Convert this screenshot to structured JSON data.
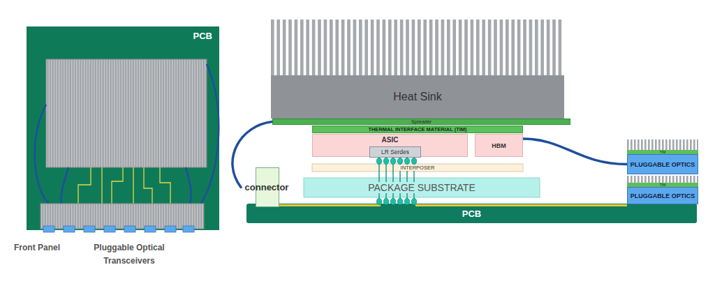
{
  "diagram": {
    "nodes": [
      {
        "text": [
          "PCB"
        ]
      },
      {
        "text": [
          "Heat Sink"
        ]
      },
      {
        "text": [
          "Spreader"
        ]
      },
      {
        "text": [
          "THERMAL INTERFACE MATERIAL (TIM)"
        ]
      },
      {
        "text": [
          "ASIC"
        ]
      },
      {
        "text": [
          "LR Serdes"
        ],
        "in": 4
      },
      {
        "text": [
          "HBM"
        ]
      },
      {
        "text": [
          "INTERPOSER"
        ]
      },
      {
        "text": [
          "PACKAGE SUBSTRATE"
        ]
      },
      {
        "text": [
          "connector"
        ]
      },
      {
        "text": [
          "PCB"
        ]
      },
      {
        "text": [
          "TIM"
        ]
      },
      {
        "text": [
          "PLUGGABLE OPTICS"
        ]
      },
      {
        "text": [
          "TIM"
        ]
      },
      {
        "text": [
          "PLUGGABLE OPTICS"
        ]
      }
    ],
    "edges": [
      {
        "from": 2,
        "to": 9,
        "arrow": "none"
      },
      {
        "from": 6,
        "to": 12,
        "arrow": "none"
      }
    ],
    "labels": [
      "Front Panel",
      "Pluggable Optical Transceivers"
    ]
  }
}
